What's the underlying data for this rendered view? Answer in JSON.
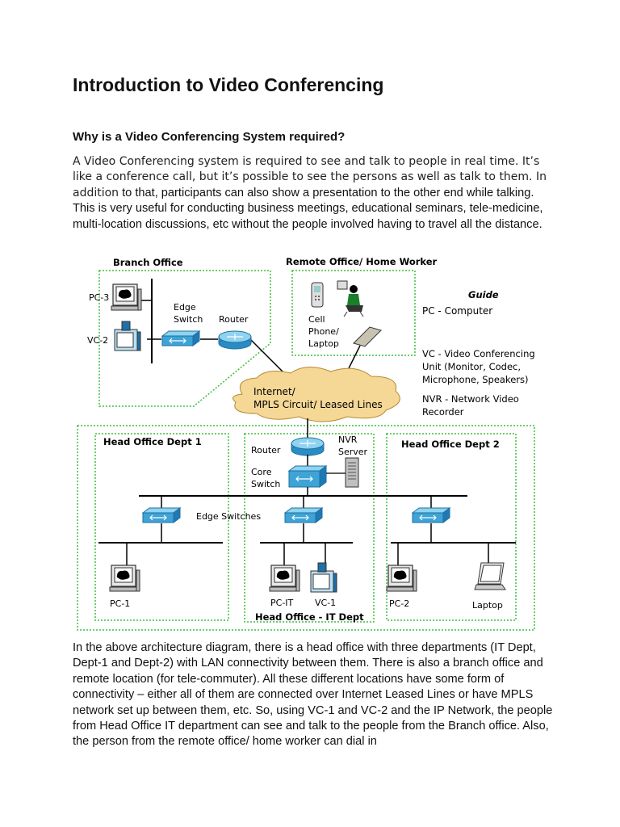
{
  "title": "Introduction to Video Conferencing",
  "subheading": "Why is a Video Conferencing System required?",
  "para1_lead": "A Video Conferencing system is required to see and talk to people in real time. It’s like a conference call, but it’s possible to see the persons as well as talk to them. In addition",
  "para1_rest": "to that, participants can also show a presentation to the other end while talking. This is very useful for conducting business meetings, educational seminars, tele-medicine, multi-location discussions, etc without the people involved having to travel all the distance.",
  "diagram": {
    "branch_title": "Branch Office",
    "remote_title": "Remote Office/ Home Worker",
    "pc3": "PC-3",
    "vc2": "VC-2",
    "edge_switch_1": "Edge",
    "edge_switch_2": "Switch",
    "router_branch": "Router",
    "cell_1": "Cell",
    "cell_2": "Phone/",
    "cell_3": "Laptop",
    "cloud_1": "Internet/",
    "cloud_2": "MPLS Circuit/ Leased Lines",
    "guide_title": "Guide",
    "guide_pc": "PC - Computer",
    "guide_vc_1": "VC - Video Conferencing",
    "guide_vc_2": "Unit (Monitor, Codec,",
    "guide_vc_3": "Microphone, Speakers)",
    "guide_nvr_1": "NVR - Network Video",
    "guide_nvr_2": "Recorder",
    "dept1_title": "Head Office Dept 1",
    "dept2_title": "Head Office Dept 2",
    "router_ho": "Router",
    "nvr_1": "NVR",
    "nvr_2": "Server",
    "core_1": "Core",
    "core_2": "Switch",
    "edge_switches": "Edge Switches",
    "pc1": "PC-1",
    "pcit": "PC-IT",
    "vc1": "VC-1",
    "pc2": "PC-2",
    "laptop": "Laptop",
    "it_title": "Head Office - IT Dept"
  },
  "para2": "In the above architecture diagram, there is a head office with three departments (IT Dept, Dept-1 and Dept-2) with LAN connectivity between them. There is also a branch office and remote location (for tele-commuter). All these different locations have some form of connectivity – either all of them are connected over Internet Leased Lines or have MPLS network set up between them, etc. So, using VC-1 and VC-2 and the IP Network, the people from Head Office IT department can see and talk to the people from the Branch office. Also, the person from the remote office/ home worker can dial in"
}
